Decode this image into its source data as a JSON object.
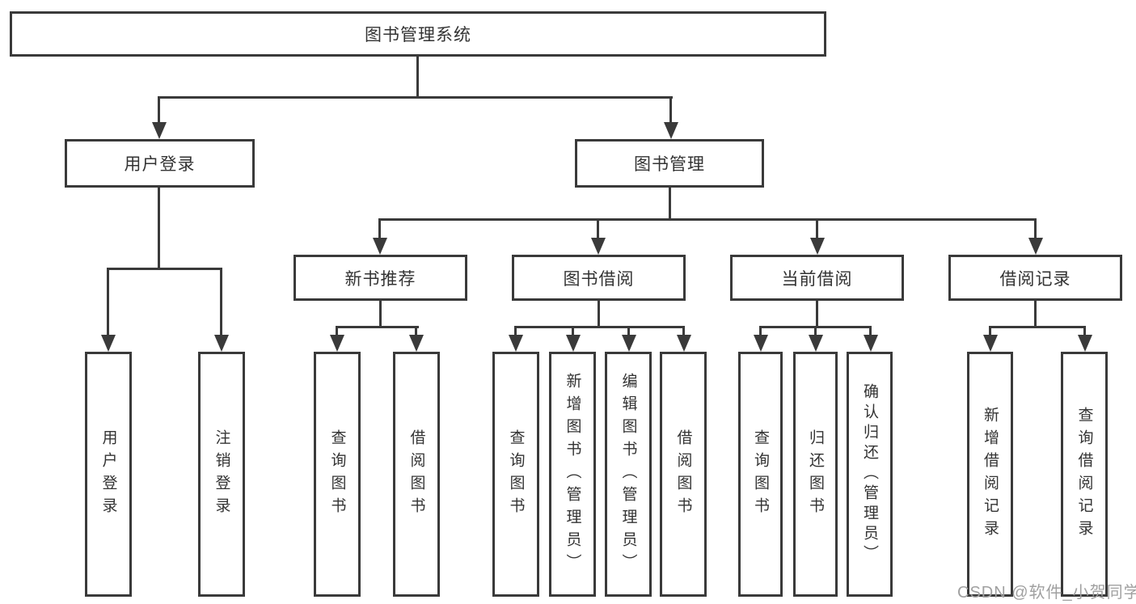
{
  "diagram": {
    "title": "图书管理系统",
    "branches": {
      "user_login": "用户登录",
      "book_mgmt": "图书管理"
    },
    "modules": {
      "new_books": "新书推荐",
      "book_borrow": "图书借阅",
      "current_borrow": "当前借阅",
      "borrow_records": "借阅记录"
    },
    "leaves": {
      "user_login_1": "用户登录",
      "user_login_2": "注销登录",
      "new_books_1": "查询图书",
      "new_books_2": "借阅图书",
      "book_borrow_1": "查询图书",
      "book_borrow_2": "新增图书（管理员）",
      "book_borrow_3": "编辑图书（管理员）",
      "book_borrow_4": "借阅图书",
      "current_borrow_1": "查询图书",
      "current_borrow_2": "归还图书",
      "current_borrow_3": "确认归还（管理员）",
      "borrow_records_1": "新增借阅记录",
      "borrow_records_2": "查询借阅记录"
    }
  },
  "watermark": "CSDN @软件_小贺同学",
  "colors": {
    "line": "#3a3a3a",
    "text": "#333333",
    "watermark": "#a0a0a0",
    "background": "#ffffff"
  }
}
